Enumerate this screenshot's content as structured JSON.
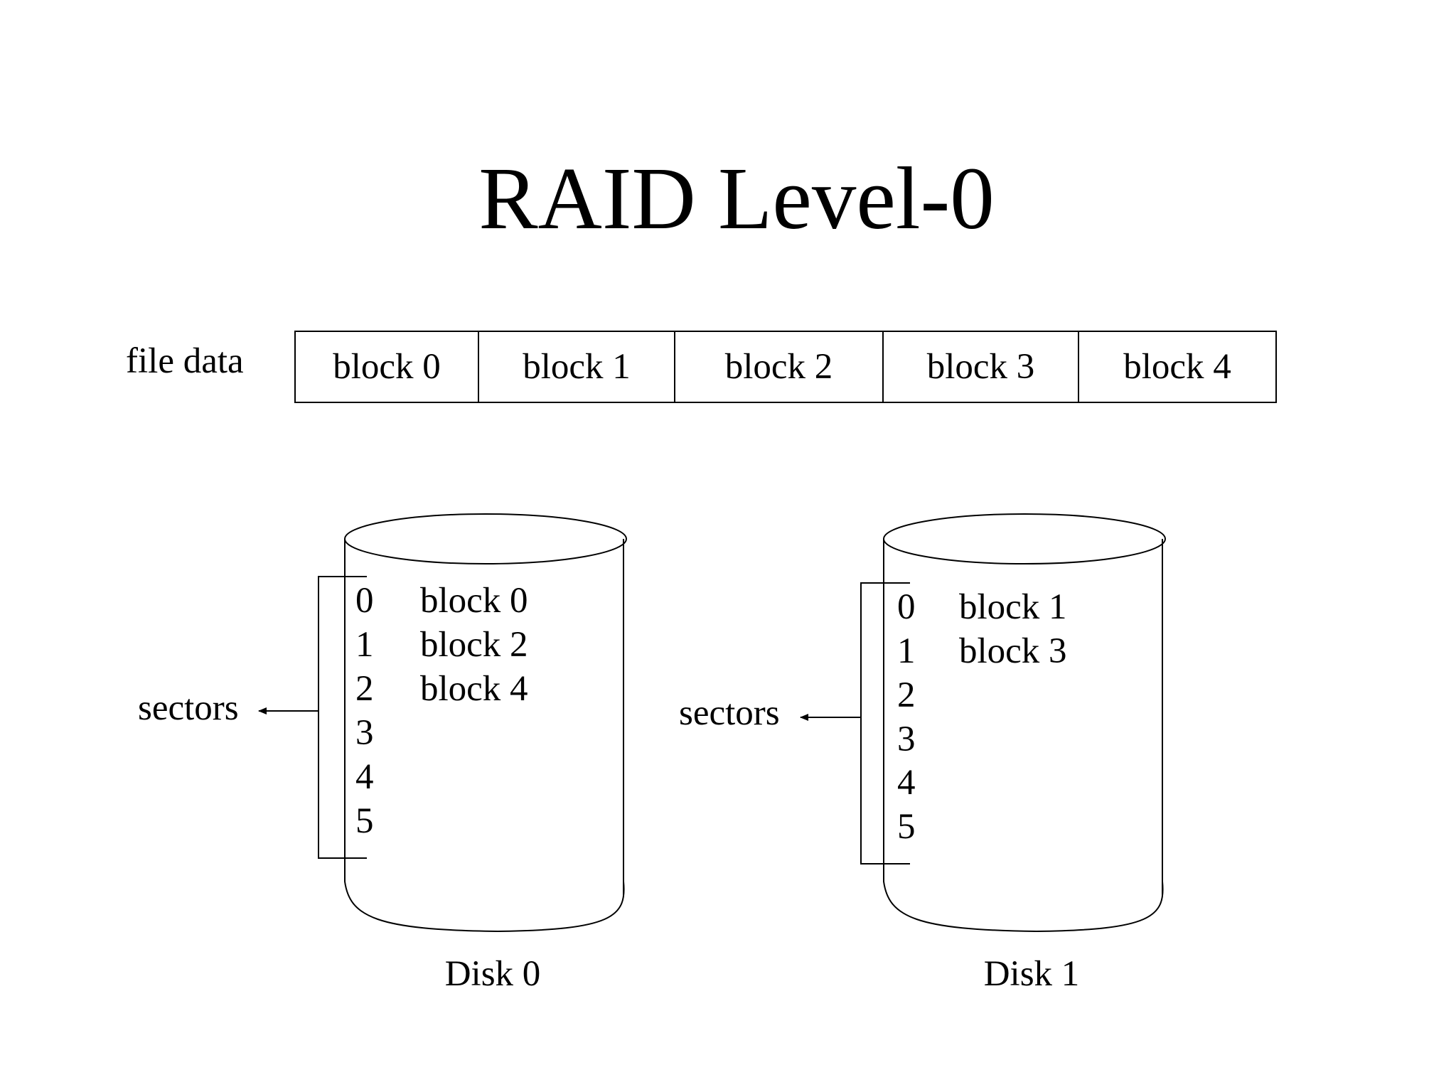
{
  "title": "RAID Level-0",
  "file_data": {
    "label": "file data",
    "blocks": [
      "block 0",
      "block 1",
      "block 2",
      "block 3",
      "block 4"
    ]
  },
  "sectors_label": "sectors",
  "disks": [
    {
      "name": "Disk 0",
      "sector_numbers": [
        "0",
        "1",
        "2",
        "3",
        "4",
        "5"
      ],
      "blocks": [
        "block 0",
        "block 2",
        "block 4"
      ]
    },
    {
      "name": "Disk 1",
      "sector_numbers": [
        "0",
        "1",
        "2",
        "3",
        "4",
        "5"
      ],
      "blocks": [
        "block 1",
        "block 3"
      ]
    }
  ]
}
